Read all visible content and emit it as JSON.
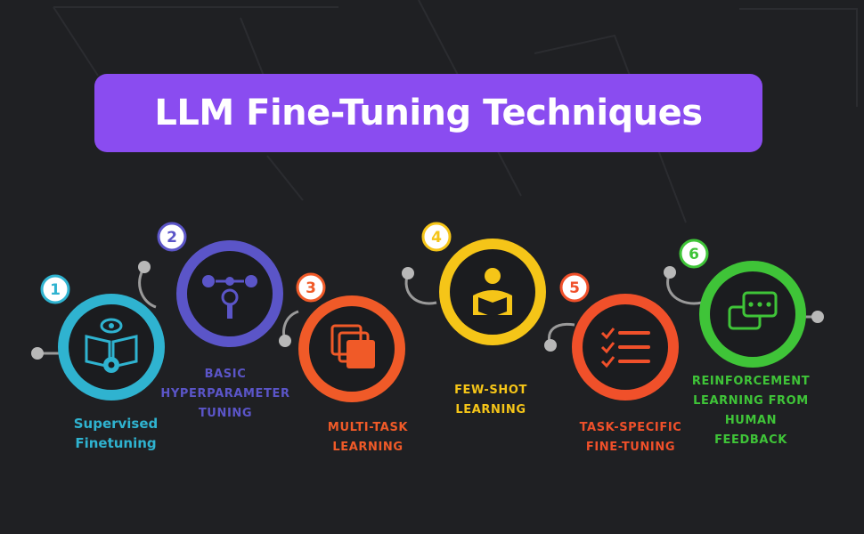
{
  "title": "LLM Fine-Tuning Techniques",
  "colors": {
    "background": "#1f2023",
    "title_bg": "#8a4cf0",
    "connector": "#9a9a9a"
  },
  "techniques": [
    {
      "number": "1",
      "label": "Supervised\nFinetuning",
      "color": "#2fb3d0",
      "icon": "book-gear-icon"
    },
    {
      "number": "2",
      "label": "BASIC\nHYPERPARAMETER\nTUNING",
      "color": "#5b55c8",
      "icon": "settings-sliders-icon"
    },
    {
      "number": "3",
      "label": "MULTI-TASK\nLEARNING",
      "color": "#f05a28",
      "icon": "stacked-layers-icon"
    },
    {
      "number": "4",
      "label": "FEW-SHOT\nLEARNING",
      "color": "#f5c518",
      "icon": "reader-person-icon"
    },
    {
      "number": "5",
      "label": "TASK-SPECIFIC\nFINE-TUNING",
      "color": "#f0502a",
      "icon": "checklist-icon"
    },
    {
      "number": "6",
      "label": "REINFORCEMENT\nLEARNING FROM\nHUMAN\nFEEDBACK",
      "color": "#3fc438",
      "icon": "chat-bubbles-icon"
    }
  ]
}
